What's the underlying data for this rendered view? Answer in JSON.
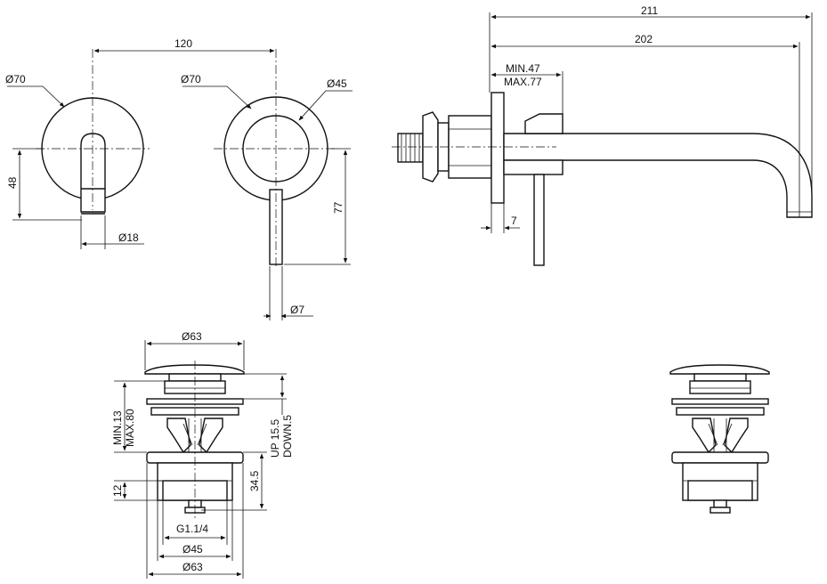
{
  "dims": {
    "mixer_front": {
      "diameter": "Ø70",
      "height": "48",
      "spout_dia": "Ø18",
      "spacing": "120"
    },
    "control_front": {
      "diameter": "Ø70",
      "inner_dia": "Ø45",
      "lever_len": "77",
      "lever_dia": "Ø7"
    },
    "side_view": {
      "total": "211",
      "projection": "202",
      "min": "MIN.47",
      "max": "MAX.77",
      "plate": "7"
    },
    "waste": {
      "cap_dia": "Ø63",
      "min": "MIN.13",
      "max": "MAX.80",
      "up": "UP 15.5",
      "down": "DOWN.5",
      "height": "34.5",
      "thread_h": "12",
      "thread": "G1.1/4",
      "body_dia": "Ø45",
      "flange_dia": "Ø63"
    }
  }
}
